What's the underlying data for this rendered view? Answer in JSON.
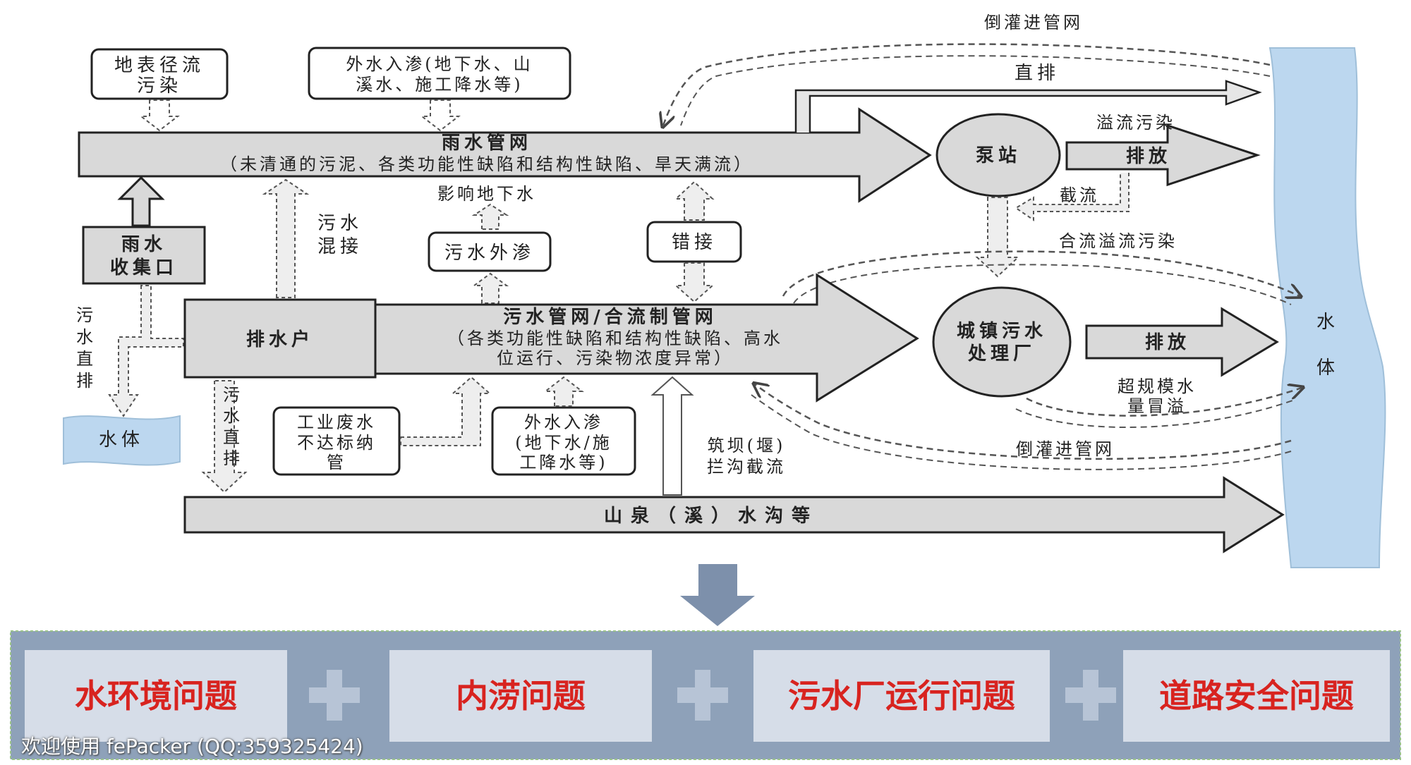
{
  "nodes": {
    "surface_runoff": [
      "地表径流",
      "污染"
    ],
    "infiltration_top": [
      "外水入渗(地下水、山",
      "溪水、施工降水等)"
    ],
    "rain_network": {
      "title": "雨水管网",
      "subtitle": "（未清通的污泥、各类功能性缺陷和结构性缺陷、旱天满流）"
    },
    "pump_station": "泵站",
    "discharge_top": "排放",
    "direct_discharge": "直排",
    "backflow_top": "倒灌进管网",
    "overflow_pollution": "溢流污染",
    "interception": "截流",
    "combined_overflow": "合流溢流污染",
    "rain_inlet": [
      "雨水",
      "收集口"
    ],
    "sewage_mixed": [
      "污水",
      "混接"
    ],
    "affect_groundwater": "影响地下水",
    "sewage_exfiltration": "污水外渗",
    "misconnection": "错接",
    "drainage_household": "排水户",
    "sewage_network": {
      "title": "污水管网/合流制管网",
      "subtitle_lines": [
        "（各类功能性缺陷和结构性缺陷、高水",
        "位运行、污染物浓度异常）"
      ]
    },
    "wwtp": [
      "城镇污水",
      "处理厂"
    ],
    "discharge_mid": "排放",
    "oversize_overflow": [
      "超规模水",
      "量冒溢"
    ],
    "backflow_bottom": "倒灌进管网",
    "sewage_direct_left": [
      "污",
      "水",
      "直",
      "排"
    ],
    "water_body_small": "水体",
    "sewage_direct_mid": [
      "污",
      "水",
      "直",
      "排"
    ],
    "industrial": [
      "工业废水",
      "不达标纳",
      "管"
    ],
    "infiltration_mid": [
      "外水入渗",
      "(地下水/施",
      "工降水等)"
    ],
    "dam": [
      "筑坝(堰)",
      "拦沟截流"
    ],
    "mountain_spring": "山泉（溪）水沟等",
    "water_body_right": [
      "水",
      "体"
    ]
  },
  "problems": [
    "水环境问题",
    "内涝问题",
    "污水厂运行问题",
    "道路安全问题"
  ],
  "watermark": "欢迎使用 fePacker (QQ:359325424)",
  "colors": {
    "arrow_fill": "#d9d9d9",
    "water": "#bcd7ef",
    "banner": "#8ea1b9",
    "tile": "#d6dde8",
    "plus": "#b7c4d6",
    "problem_text": "#d8231f",
    "down_arrow": "#7d90ab"
  }
}
